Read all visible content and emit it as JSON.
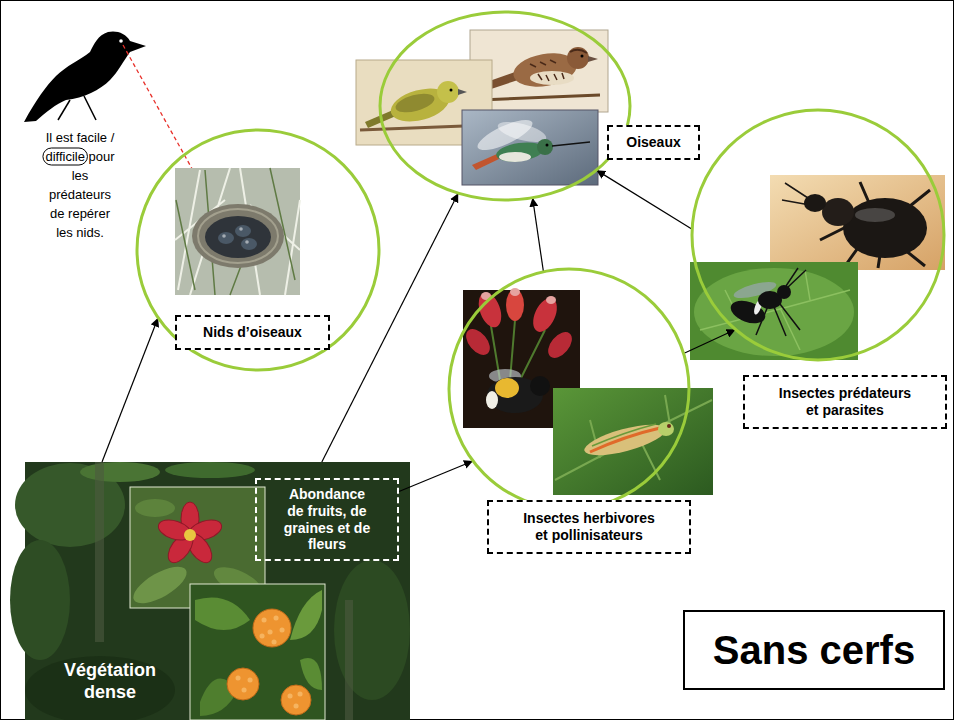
{
  "diagram": {
    "nodes": [
      {
        "text": [
          "Nids d’oiseaux"
        ]
      },
      {
        "text": [
          "Oiseaux"
        ]
      },
      {
        "text": [
          "Insectes prédateurs et parasites"
        ]
      },
      {
        "text": [
          "Insectes herbivores et pollinisateurs"
        ]
      },
      {
        "text": [
          "Végétation dense"
        ]
      },
      {
        "text": [
          "Abondance de fruits, de graines et de fleurs"
        ],
        "in": 4
      },
      {
        "text": [
          "Sans cerfs"
        ]
      }
    ],
    "edges": [
      {
        "from": 4,
        "to": 0,
        "arrow": "to"
      },
      {
        "from": 4,
        "to": 1,
        "arrow": "to"
      },
      {
        "from": 5,
        "to": 3,
        "arrow": "to"
      },
      {
        "from": 3,
        "to": 1,
        "arrow": "to"
      },
      {
        "from": 3,
        "to": 2,
        "arrow": "to"
      },
      {
        "from": 2,
        "to": 1,
        "arrow": "to"
      }
    ],
    "labels": [
      "Il est facile / difficile pour les prédateurs de repérer les nids."
    ]
  }
}
